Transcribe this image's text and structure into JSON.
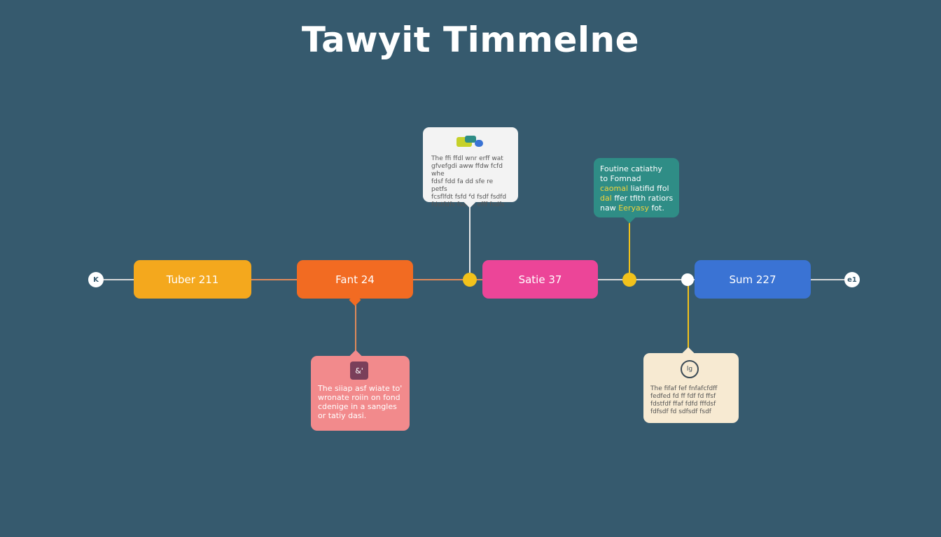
{
  "title": "Tawyit Timmelne",
  "endcaps": {
    "left": "K",
    "right": "e1"
  },
  "events": [
    {
      "label": "Tuber 211",
      "color": "#f4a81d"
    },
    {
      "label": "Fant 24",
      "color": "#f26b22"
    },
    {
      "label": "Satie 37",
      "color": "#ec4598"
    },
    {
      "label": "Sum 227",
      "color": "#3a73d4"
    }
  ],
  "cards": {
    "top_white": {
      "lines": [
        "The ffi ffdl wnr erff wat",
        "gfvefgdi aww ffdw fcfd whe",
        "fdsf fdd fa dd sfe re petfs",
        "fcsflfdt fsfd fd fsdf fsdfd",
        "fdstfdfs fsd fff efff fsdfs"
      ],
      "bg": "#f3f3f3",
      "icon": "logo-icon"
    },
    "top_teal": {
      "line1": "Foutine catiathy",
      "line2": "to Fomnad",
      "line3_hl": "caomal",
      "line3_rest": " liatifid ffol",
      "line4_hl": "dal",
      "line4_rest": " ffer tfith ratiors",
      "line5_pre": "naw ",
      "line5_hl": "Eeryasy",
      "line5_post": " fot.",
      "bg": "#2f8d86"
    },
    "bottom_pink": {
      "icon_text": "&'",
      "lines": [
        "The siiap asf wiate to'",
        "wronate roiin on fond",
        "cdenige in a sangles",
        "or tatiy dasi."
      ],
      "bg": "#f28a8c"
    },
    "bottom_cream": {
      "icon_text": "lg",
      "lines": [
        "The fifaf fef fnfafcfdff",
        "fedfed fd ff fdf fd ffsf",
        "fdstfdf ffaf fdfd fffdsf",
        "fdfsdf fd sdfsdf fsdf"
      ],
      "bg": "#f7ead2"
    }
  },
  "colors": {
    "background": "#365a6e",
    "line": "#e08a5a",
    "yellow": "#f2c21b",
    "white": "#ffffff"
  }
}
